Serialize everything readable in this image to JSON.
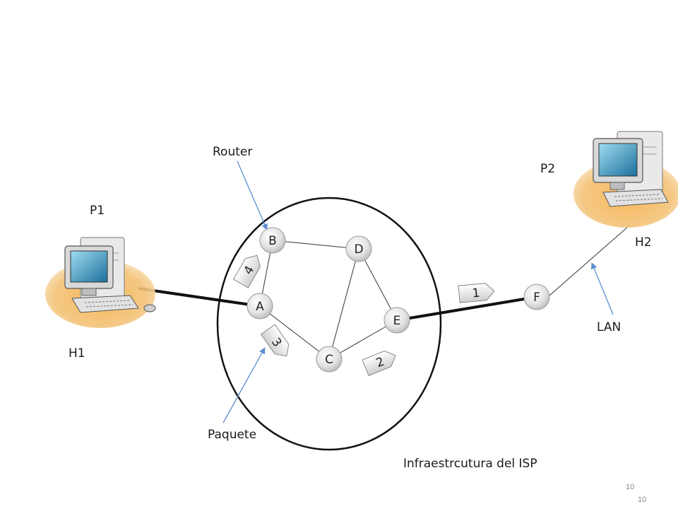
{
  "labels": {
    "router": "Router",
    "p1": "P1",
    "p2": "P2",
    "h1": "H1",
    "h2": "H2",
    "lan": "LAN",
    "paquete": "Paquete",
    "isp": "Infraestrcutura del ISP"
  },
  "nodes": {
    "a": "A",
    "b": "B",
    "c": "C",
    "d": "D",
    "e": "E",
    "f": "F"
  },
  "packets": {
    "p1": "1",
    "p2": "2",
    "p3": "3",
    "p4": "4"
  },
  "page_numbers": {
    "upper": "10",
    "lower": "10"
  },
  "icons": {
    "host_left": "desktop-computer-icon",
    "host_right": "desktop-computer-icon"
  },
  "colors": {
    "node_fill": "#dcdcdc",
    "callout_line": "#5b8fd0",
    "link_line": "#111111"
  }
}
